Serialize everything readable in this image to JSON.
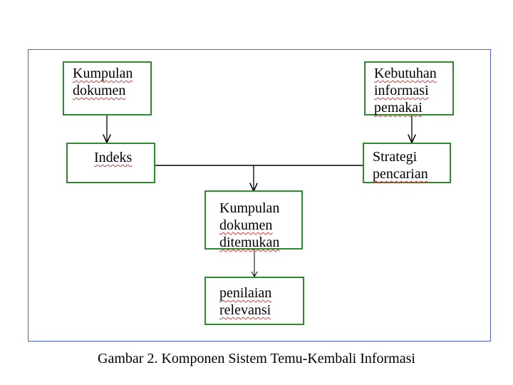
{
  "diagram": {
    "nodes": {
      "kumpulan_dokumen": {
        "lines": [
          "Kumpulan",
          "dokumen"
        ]
      },
      "kebutuhan_informasi": {
        "lines": [
          "Kebutuhan",
          "informasi",
          "pemakai"
        ]
      },
      "indeks": {
        "lines": [
          "Indeks"
        ]
      },
      "strategi_pencarian": {
        "lines": [
          "Strategi",
          "pencarian"
        ]
      },
      "dokumen_ditemukan": {
        "lines": [
          "Kumpulan",
          "dokumen",
          "ditemukan"
        ]
      },
      "penilaian_relevansi": {
        "lines": [
          "penilaian",
          "relevansi"
        ]
      }
    },
    "edges": [
      {
        "from": "kumpulan_dokumen",
        "to": "indeks",
        "arrow": true
      },
      {
        "from": "kebutuhan_informasi",
        "to": "strategi_pencarian",
        "arrow": true
      },
      {
        "from": "indeks",
        "to": "strategi_pencarian",
        "arrow": false
      },
      {
        "from": "indeks+strategi_pencarian",
        "to": "dokumen_ditemukan",
        "arrow": true
      },
      {
        "from": "dokumen_ditemukan",
        "to": "penilaian_relevansi",
        "arrow": true
      }
    ],
    "colors": {
      "box_border": "#2f8a2f",
      "frame_border": "#4a63b8",
      "spellcheck_underline": "#d23a3a",
      "connector": "#000000"
    }
  },
  "caption": "Gambar 2. Komponen Sistem Temu-Kembali Informasi"
}
